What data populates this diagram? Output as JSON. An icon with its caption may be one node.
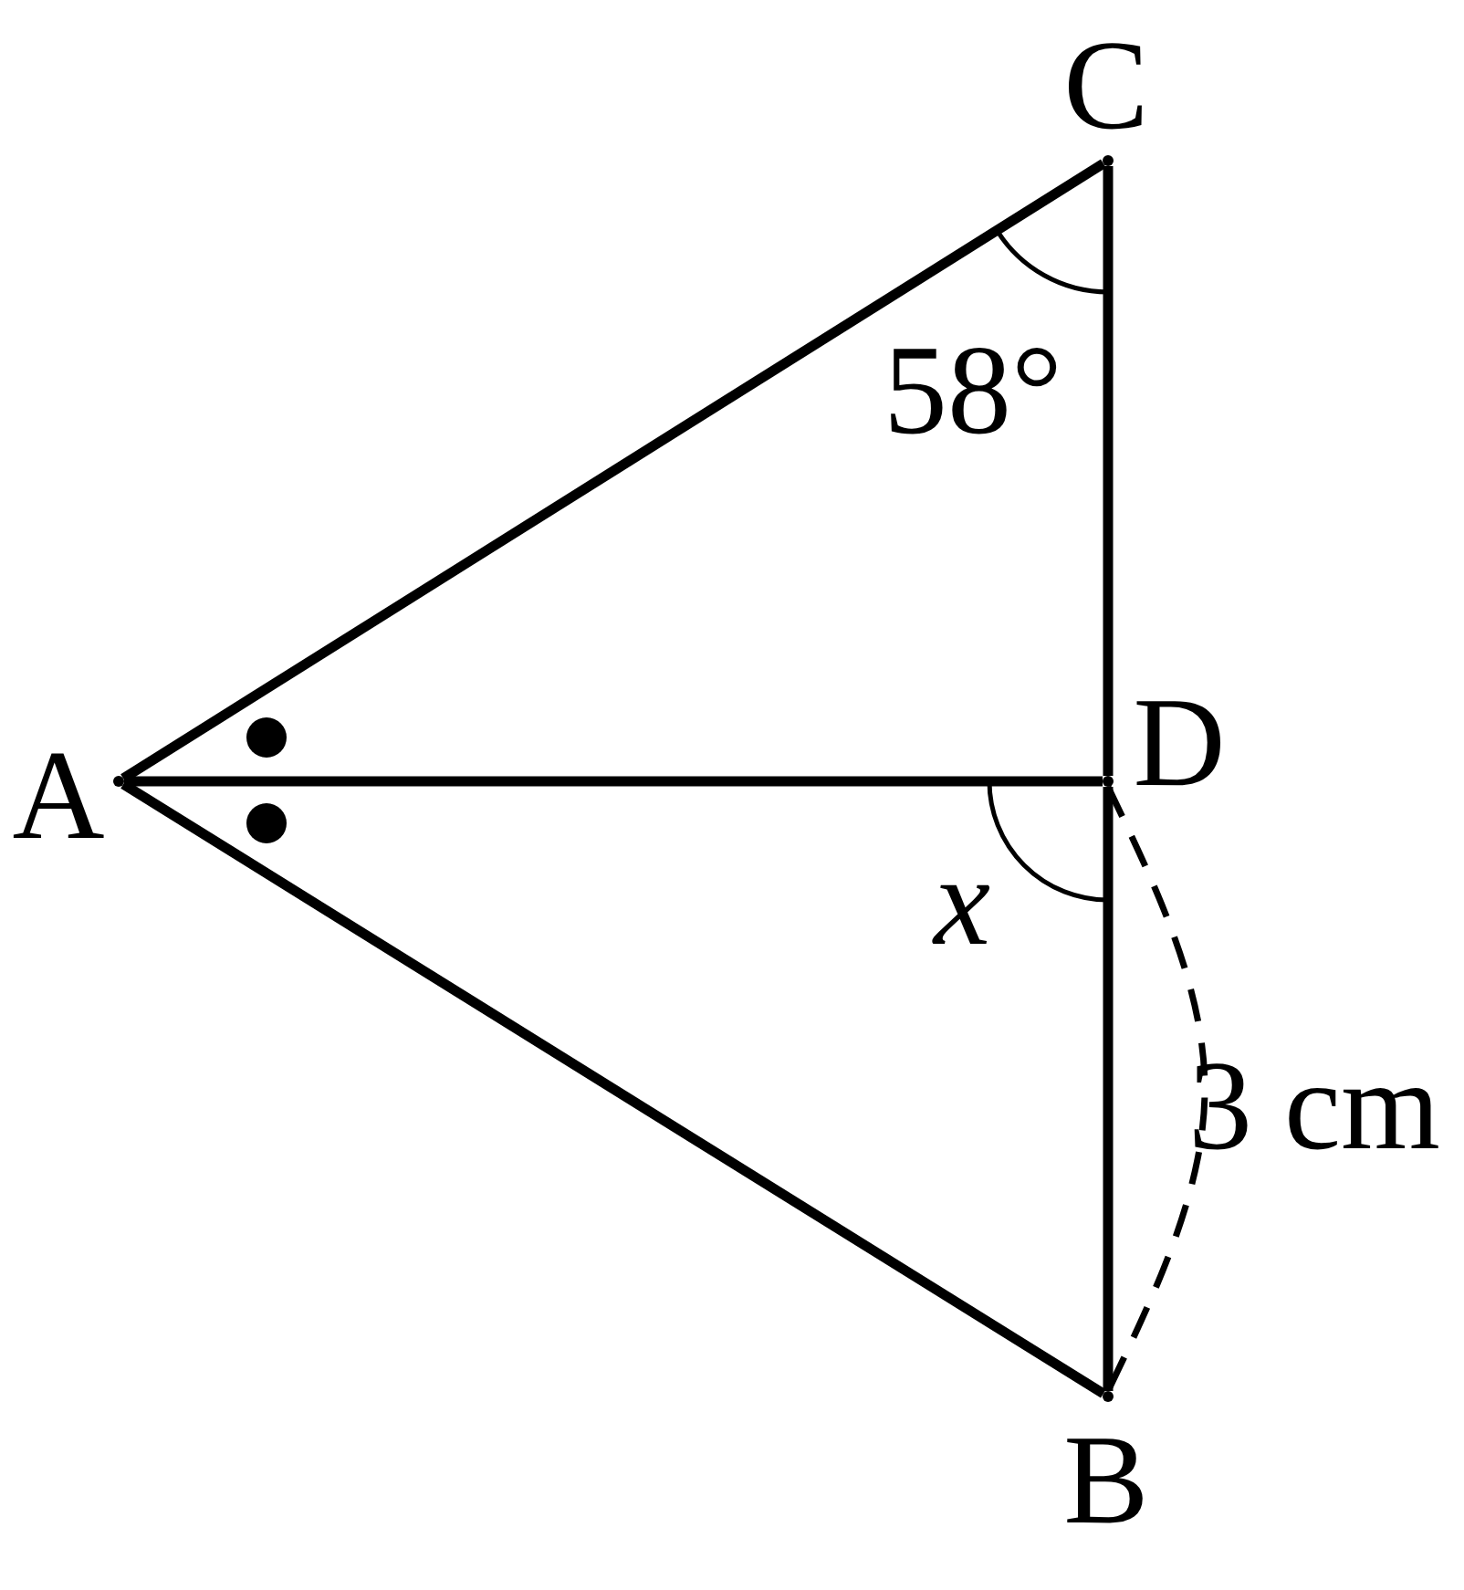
{
  "diagram": {
    "nodes": [
      {
        "text": [],
        "shape": "point",
        "beside": [
          "A"
        ]
      },
      {
        "text": [],
        "shape": "point",
        "beside": [
          "B"
        ]
      },
      {
        "text": [],
        "shape": "point",
        "beside": [
          "C"
        ]
      },
      {
        "text": [],
        "shape": "point",
        "beside": [
          "D"
        ]
      }
    ],
    "edges": [
      {
        "from": 0,
        "to": 2,
        "arrow": "none"
      },
      {
        "from": 0,
        "to": 3,
        "arrow": "none"
      },
      {
        "from": 0,
        "to": 1,
        "arrow": "none"
      },
      {
        "from": 2,
        "to": 3,
        "arrow": "none"
      },
      {
        "from": 3,
        "to": 1,
        "arrow": "none"
      },
      {
        "from": 3,
        "to": 1,
        "arrow": "none",
        "style": "dashed",
        "label": "3 cm"
      }
    ],
    "labels": [
      "58°",
      "x"
    ]
  }
}
